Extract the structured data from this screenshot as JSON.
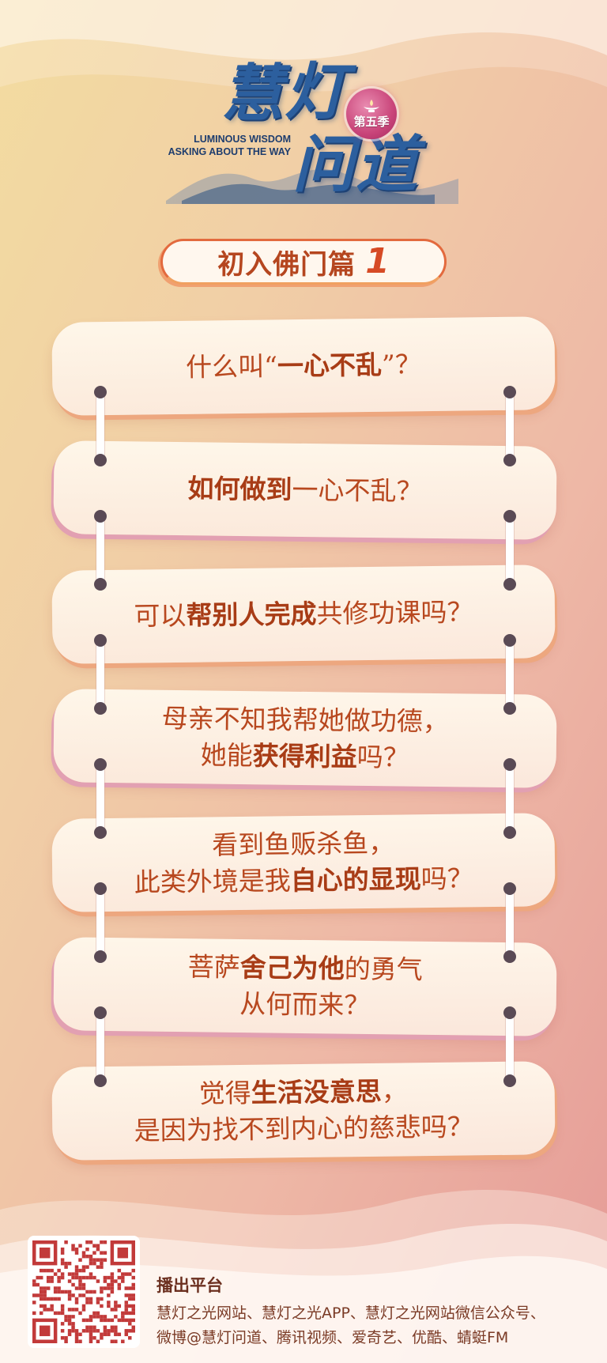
{
  "logo": {
    "chars": [
      "慧",
      "灯",
      "问",
      "道"
    ],
    "season": "第五季",
    "english": [
      "LUMINOUS WISDOM",
      "ASKING ABOUT THE WAY"
    ]
  },
  "section": {
    "title": "初入佛门篇",
    "number": "1"
  },
  "questions": [
    {
      "lines": [
        [
          {
            "t": "什么叫“"
          },
          {
            "t": "一心不乱",
            "b": true
          },
          {
            "t": "”？"
          }
        ]
      ]
    },
    {
      "lines": [
        [
          {
            "t": "如何做到",
            "b": true
          },
          {
            "t": "一心不乱？"
          }
        ]
      ]
    },
    {
      "lines": [
        [
          {
            "t": "可以"
          },
          {
            "t": "帮别人完成",
            "b": true
          },
          {
            "t": "共修功课吗？"
          }
        ]
      ]
    },
    {
      "lines": [
        [
          {
            "t": "母亲不知我帮她做功德，"
          }
        ],
        [
          {
            "t": "她能"
          },
          {
            "t": "获得利益",
            "b": true
          },
          {
            "t": "吗？"
          }
        ]
      ]
    },
    {
      "lines": [
        [
          {
            "t": "看到鱼贩杀鱼，"
          }
        ],
        [
          {
            "t": "此类外境是我"
          },
          {
            "t": "自心的显现",
            "b": true
          },
          {
            "t": "吗？"
          }
        ]
      ]
    },
    {
      "lines": [
        [
          {
            "t": "菩萨"
          },
          {
            "t": "舍己为他",
            "b": true
          },
          {
            "t": "的勇气"
          }
        ],
        [
          {
            "t": "从何而来？"
          }
        ]
      ]
    },
    {
      "lines": [
        [
          {
            "t": "觉得"
          },
          {
            "t": "生活没意思",
            "b": true
          },
          {
            "t": "，"
          }
        ],
        [
          {
            "t": "是因为找不到内心的慈悲吗？"
          }
        ]
      ]
    }
  ],
  "footer": {
    "label": "播出平台",
    "lines": [
      "慧灯之光网站、慧灯之光APP、慧灯之光网站微信公众号、",
      "微博@慧灯问道、腾讯视频、爱奇艺、优酷、蜻蜓FM"
    ]
  },
  "colors": {
    "accent": "#b8481f",
    "logo_blue": "#2c5f9e",
    "badge": "#c9457a"
  },
  "icons": {
    "qr": "qr-code-icon",
    "lamp": "lotus-lamp-icon"
  }
}
